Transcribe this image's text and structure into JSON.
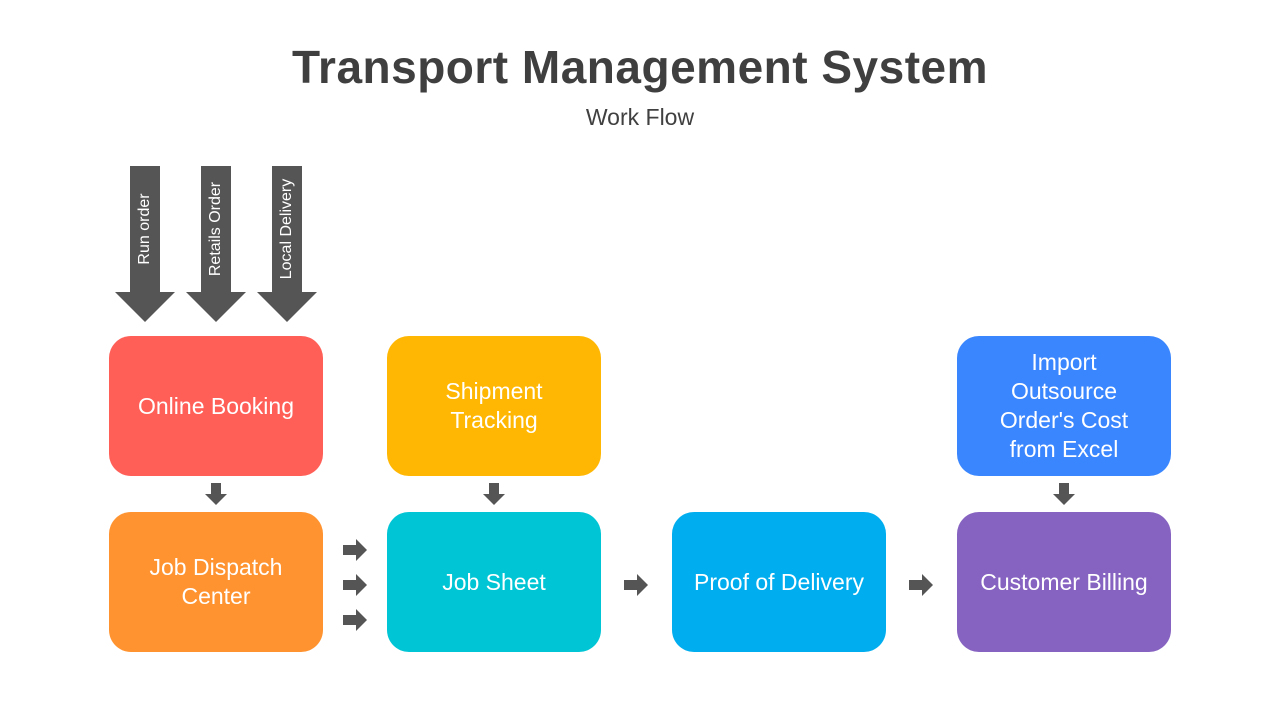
{
  "header": {
    "title": "Transport Management System",
    "subtitle": "Work Flow"
  },
  "inputs": [
    {
      "label": "Run order"
    },
    {
      "label": "Retails Order"
    },
    {
      "label": "Local Delivery"
    }
  ],
  "nodes": {
    "online_booking": {
      "label": "Online Booking",
      "color": "#FF5F57"
    },
    "shipment_tracking": {
      "label": "Shipment Tracking",
      "color": "#FFB703"
    },
    "import_cost": {
      "label": "Import Outsource Order's Cost from Excel",
      "color": "#3A86FF"
    },
    "job_dispatch": {
      "label": "Job Dispatch Center",
      "color": "#FF9330"
    },
    "job_sheet": {
      "label": "Job Sheet",
      "color": "#00C5D4"
    },
    "proof_of_delivery": {
      "label": "Proof of Delivery",
      "color": "#00AEEF"
    },
    "customer_billing": {
      "label": "Customer Billing",
      "color": "#8663C1"
    }
  },
  "colors": {
    "arrow": "#555555",
    "title_text": "#3f3f3f"
  }
}
